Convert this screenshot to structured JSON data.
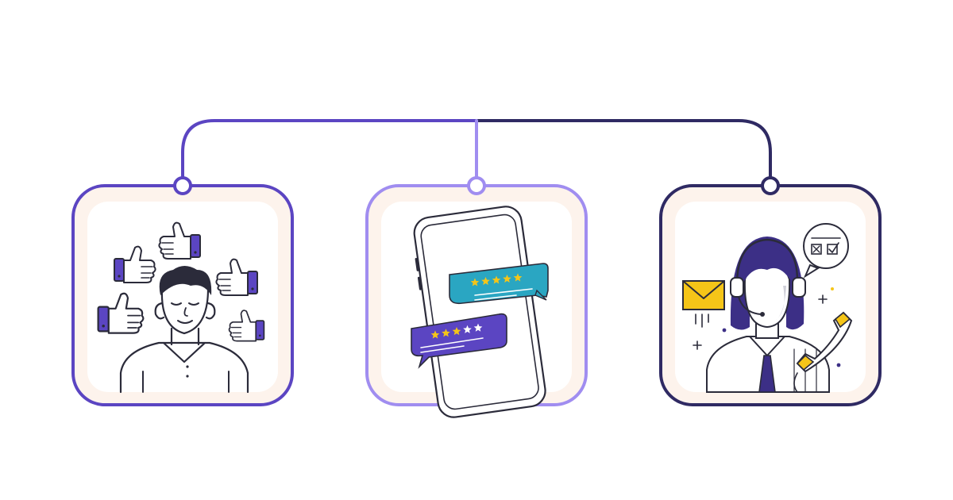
{
  "colors": {
    "background": "#ffffff",
    "panel_fill": "#fdf3ec",
    "panel_inner": "#ffffff",
    "connector_left": "#5b45c2",
    "connector_mid": "#a08df0",
    "connector_right": "#2f2a63",
    "accent_purple": "#5b45c2",
    "accent_teal": "#2aa6c2",
    "accent_yellow": "#f5c518",
    "ink": "#2b2b3a"
  },
  "panels": [
    {
      "name": "likes",
      "icon": "person-with-thumbs-up-icon",
      "border_color": "#5b45c2"
    },
    {
      "name": "reviews",
      "icon": "phone-star-reviews-icon",
      "border_color": "#a08df0"
    },
    {
      "name": "support",
      "icon": "customer-support-agent-icon",
      "border_color": "#2f2a63"
    }
  ],
  "reviews": {
    "top_bubble_rating": 5,
    "top_bubble_max": 5,
    "bottom_bubble_rating": 3,
    "bottom_bubble_max": 5
  }
}
